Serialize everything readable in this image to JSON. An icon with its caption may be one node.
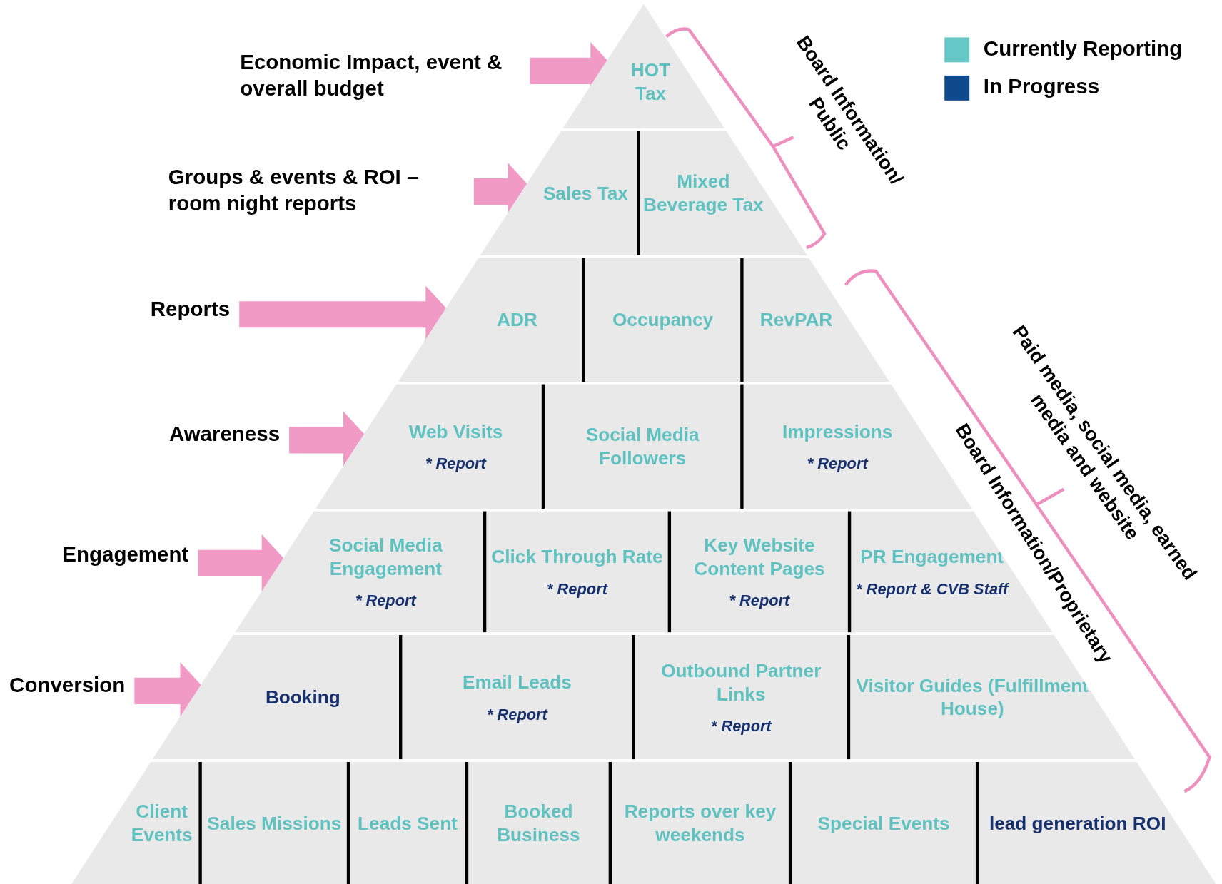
{
  "diagram": {
    "nodes": [
      {
        "text": [
          "Economic Impact, event & overall budget"
        ]
      },
      {
        "text": [
          "HOT Tax"
        ]
      },
      {
        "text": [
          "Groups & events & ROI – room night reports"
        ]
      },
      {
        "text": [
          "Sales Tax"
        ]
      },
      {
        "text": [
          "Mixed Beverage Tax"
        ]
      },
      {
        "text": [
          "Reports"
        ]
      },
      {
        "text": [
          "ADR"
        ]
      },
      {
        "text": [
          "Occupancy"
        ]
      },
      {
        "text": [
          "RevPAR"
        ]
      },
      {
        "text": [
          "Awareness"
        ]
      },
      {
        "text": [
          "Web Visits",
          "* Report"
        ]
      },
      {
        "text": [
          "Social Media Followers"
        ]
      },
      {
        "text": [
          "Impressions",
          "* Report"
        ]
      },
      {
        "text": [
          "Engagement"
        ]
      },
      {
        "text": [
          "Social Media Engagement",
          "* Report"
        ]
      },
      {
        "text": [
          "Click Through Rate",
          "* Report"
        ]
      },
      {
        "text": [
          "Key Website Content Pages",
          "* Report"
        ]
      },
      {
        "text": [
          "PR Engagement",
          "* Report & CVB Staff"
        ]
      },
      {
        "text": [
          "Conversion"
        ]
      },
      {
        "text": [
          "Booking"
        ]
      },
      {
        "text": [
          "Email Leads",
          "* Report"
        ]
      },
      {
        "text": [
          "Outbound Partner Links",
          "* Report"
        ]
      },
      {
        "text": [
          "Visitor Guides (Fulfillment House)"
        ]
      },
      {
        "text": [
          "Client Events"
        ]
      },
      {
        "text": [
          "Sales Missions"
        ]
      },
      {
        "text": [
          "Leads Sent"
        ]
      },
      {
        "text": [
          "Booked Business"
        ]
      },
      {
        "text": [
          "Reports over key weekends"
        ]
      },
      {
        "text": [
          "Special Events"
        ]
      },
      {
        "text": [
          "lead generation ROI"
        ]
      }
    ],
    "edges": [
      {
        "from": 0,
        "to": 1,
        "arrow": "to",
        "style": "thick"
      },
      {
        "from": 2,
        "to": 3,
        "arrow": "to",
        "style": "thick"
      },
      {
        "from": 5,
        "to": 6,
        "arrow": "to",
        "style": "thick"
      },
      {
        "from": 9,
        "to": 10,
        "arrow": "to",
        "style": "thick"
      },
      {
        "from": 13,
        "to": 14,
        "arrow": "to",
        "style": "thick"
      },
      {
        "from": 18,
        "to": 19,
        "arrow": "to",
        "style": "thick"
      }
    ],
    "labels": [
      "Board Information/ Public",
      "Paid media, social media, earned media and website",
      "Board Information/Proprietary"
    ],
    "legend": [
      {
        "text": "Currently Reporting",
        "color": "#66c8c6"
      },
      {
        "text": "In Progress",
        "color": "#0f4a8c"
      }
    ]
  }
}
